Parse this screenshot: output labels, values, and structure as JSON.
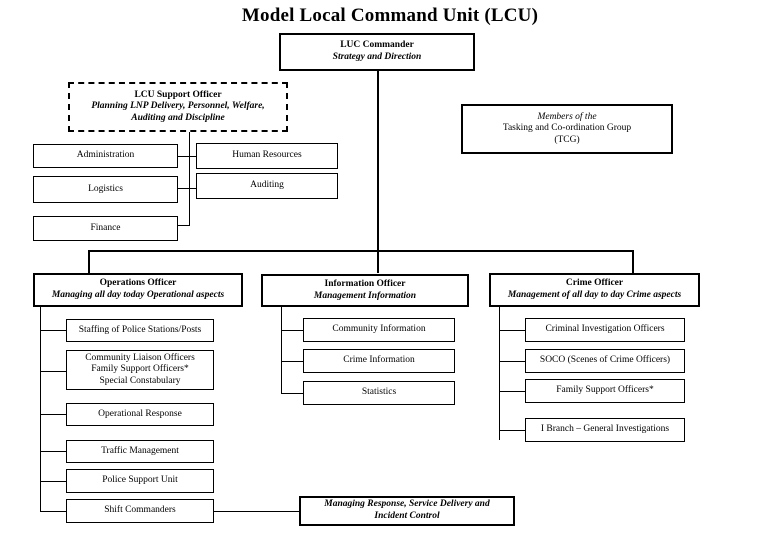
{
  "title": "Model Local Command Unit (LCU)",
  "nodes": {
    "commander": {
      "line1": "LUC Commander",
      "line2": "Strategy and Direction"
    },
    "support_officer": {
      "line1": "LCU Support Officer",
      "line2": "Planning LNP Delivery, Personnel, Welfare,",
      "line3": "Auditing  and Discipline"
    },
    "tcg": {
      "line1": "Members of the",
      "line2": "Tasking and Co-ordination Group",
      "line3": "(TCG)"
    },
    "support_units": [
      {
        "label": "Administration"
      },
      {
        "label": "Human Resources"
      },
      {
        "label": "Logistics"
      },
      {
        "label": "Auditing"
      },
      {
        "label": "Finance"
      }
    ],
    "operations_officer": {
      "line1": "Operations Officer",
      "line2": "Managing all day today Operational aspects"
    },
    "information_officer": {
      "line1": "Information Officer",
      "line2": "Management Information"
    },
    "crime_officer": {
      "line1": "Crime Officer",
      "line2": "Management of all day to day Crime aspects"
    },
    "operations_children": [
      {
        "line1": "Staffing of Police Stations/Posts"
      },
      {
        "line1": "Community  Liaison Officers",
        "line2": "Family Support Officers*",
        "line3": "Special Constabulary"
      },
      {
        "line1": "Operational Response"
      },
      {
        "line1": "Traffic Management"
      },
      {
        "line1": "Police Support Unit"
      },
      {
        "line1": "Shift Commanders"
      }
    ],
    "information_children": [
      {
        "line1": "Community Information"
      },
      {
        "line1": "Crime Information"
      },
      {
        "line1": "Statistics"
      }
    ],
    "crime_children": [
      {
        "line1": "Criminal Investigation Officers"
      },
      {
        "line1": "SOCO (Scenes of Crime Officers)"
      },
      {
        "line1": "Family Support Officers*"
      },
      {
        "line1": "I Branch – General Investigations"
      }
    ],
    "incident_control": {
      "line1": "Managing Response, Service Delivery and",
      "line2": "Incident Control"
    }
  },
  "colors": {
    "line": "#000000",
    "background": "#ffffff",
    "text": "#000000"
  }
}
